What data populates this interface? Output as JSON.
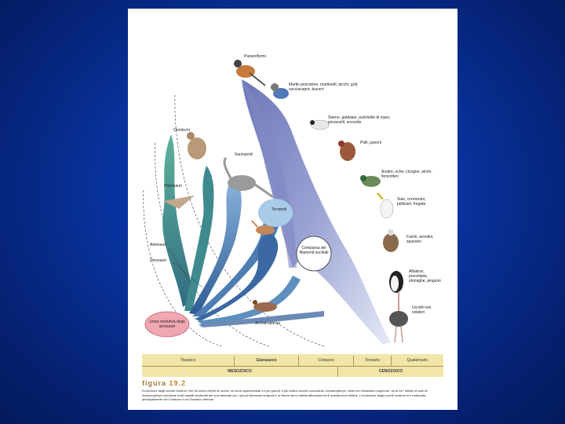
{
  "figure": {
    "word": "figura",
    "number": "19.2",
    "caption": "Evoluzione degli uccelli moderni. Dei 28 ordini viventi di uccelli, ne sono rappresentati 19 più grandi. Il più antico uccello conosciuto, Archaeopteryx, visse nel Giurassico superiore, circa 147 milioni di anni fa. Archaeopteryx condivide molti aspetti strutturali dei suoi antenati con i piccoli dinosauri terapodi e si ritiene sia la diretta affermazione di questa linea filetica. L'evoluzione degli uccelli moderni si è realizzata principalmente nel Cretaceo e nel Terziario inferiore."
  },
  "labels": {
    "passeriformi": "Passeriformi",
    "martin": "Martin pescatore, martinetti, picchi, gufi, succiacapre, bucerri",
    "sterne": "Sterne, gabbiani, pulcinelle di mare, piovanelli, avocette",
    "polli": "Polli, pavoni",
    "anatre": "Anatre, oche, cicogne, aironi, fenicotteri",
    "sule": "Sule, cormorani, pellicani, fregate",
    "falchi": "Falchi, avvoltoi, sparvieri",
    "albatros": "Albatros, procellarie, strolaghe, pinguini",
    "uccelli": "Uccelli non volatori",
    "ornitischi": "Ornitischi",
    "sauropodi": "Sauropodi",
    "pterosauri": "Pterosauri",
    "teropodi": "Teropodi",
    "aetosauri": "Aetosauri",
    "dinosauri": "Dinosauri",
    "comparsa": "Comparsa dei filamenti nucleali",
    "linea": "Linea evolutiva degli arcosauri",
    "archaeopteryx": "Archaeopteryx"
  },
  "timeline": {
    "periods": [
      "Triassico",
      "Giurassico",
      "Cretaceo",
      "Terziario",
      "Quaternario"
    ],
    "eras": [
      "MESOZOICO",
      "CENOZOICO"
    ]
  },
  "colors": {
    "bird_fan": "#8d97cc",
    "dino_green": "#4f9c8a",
    "dino_blue": "#3d6fa6",
    "theropod_blue": "#9dc2e4",
    "root_pink": "#f0a7b1",
    "timeline_bg": "#f1e6a8"
  }
}
